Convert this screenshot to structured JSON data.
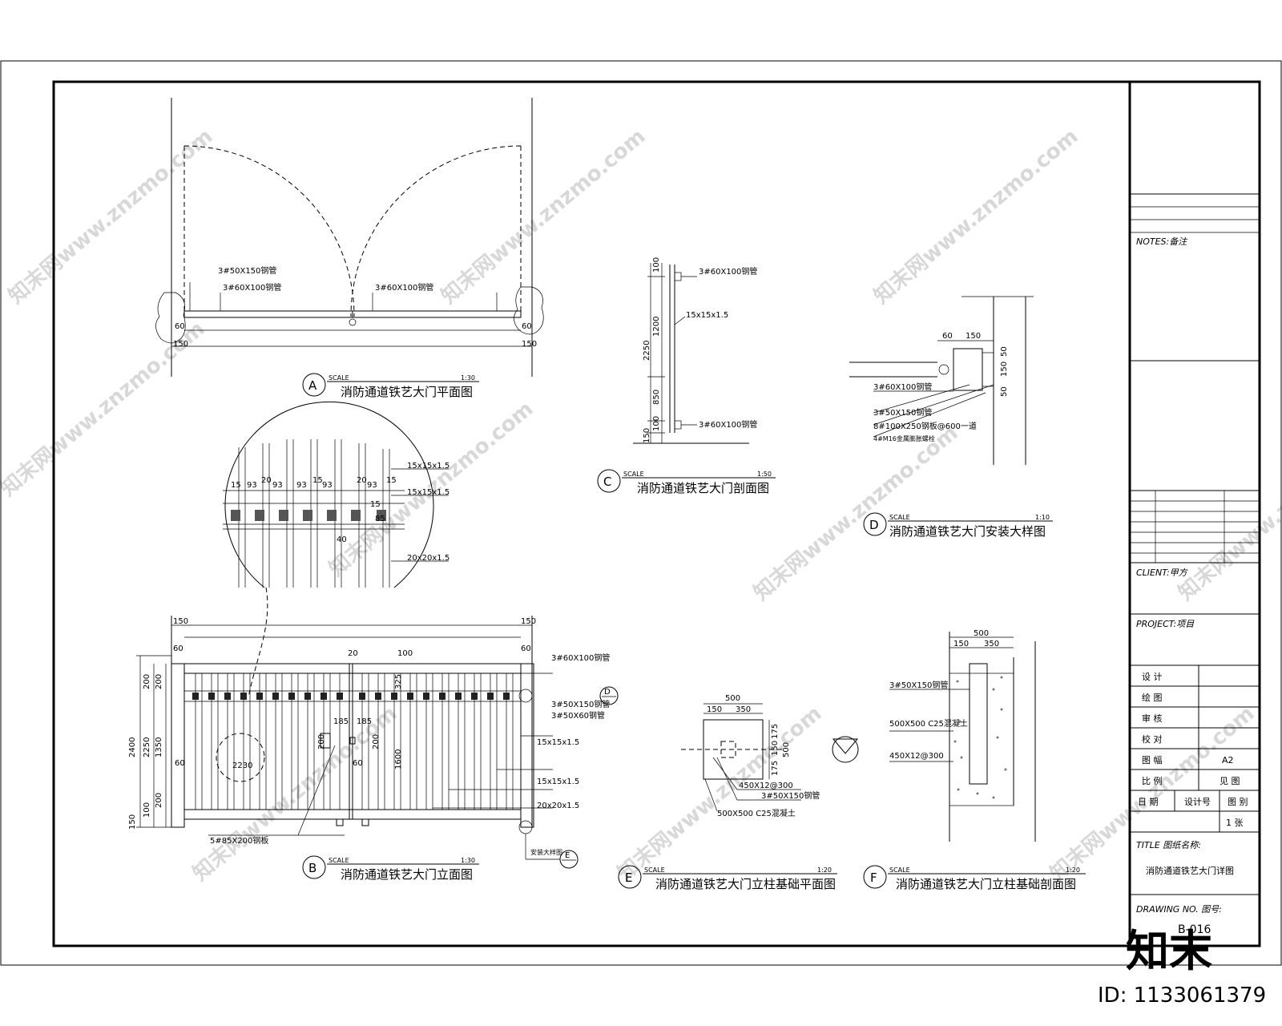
{
  "watermark": {
    "site": "知末网www.znzmo.com",
    "brand": "知末",
    "id_text": "ID: 1133061379"
  },
  "views": {
    "A": {
      "letter": "A",
      "scale_word": "SCALE",
      "scale": "1:30",
      "title": "消防通道铁艺大门平面图",
      "labels": [
        "3#50X150钢管",
        "3#60X100钢管",
        "3#60X100钢管"
      ],
      "dims": [
        "60",
        "150",
        "60",
        "150"
      ]
    },
    "B": {
      "letter": "B",
      "scale_word": "SCALE",
      "scale": "1:30",
      "title": "消防通道铁艺大门立面图",
      "labels": [
        "3#60X100钢管",
        "3#50X150钢管",
        "3#50X60钢管",
        "15x15x1.5",
        "15x15x1.5",
        "20x20x1.5",
        "5#85X200钢板",
        "安装大样图"
      ],
      "dims_left": [
        "2400",
        "2250",
        "1350",
        "200",
        "200",
        "200",
        "100",
        "150"
      ],
      "dims_top": [
        "150",
        "60",
        "20",
        "100",
        "150",
        "60"
      ],
      "dims_mid": [
        "185",
        "185",
        "200",
        "200",
        "325",
        "1600",
        "2230",
        "60",
        "60",
        "20"
      ]
    },
    "detail": {
      "dims": [
        "15",
        "93",
        "20",
        "93",
        "93",
        "15",
        "93",
        "20",
        "93",
        "15",
        "40",
        "85",
        "15"
      ],
      "labels": [
        "15x15x1.5",
        "15x15x1.5",
        "20x20x1.5"
      ]
    },
    "C": {
      "letter": "C",
      "scale_word": "SCALE",
      "scale": "1:50",
      "title": "消防通道铁艺大门剖面图",
      "labels": [
        "3#60X100钢管",
        "15x15x1.5",
        "3#60X100钢管"
      ],
      "dims": [
        "100",
        "1200",
        "2250",
        "850",
        "100",
        "150"
      ]
    },
    "D": {
      "letter": "D",
      "scale_word": "SCALE",
      "scale": "1:10",
      "title": "消防通道铁艺大门安装大样图",
      "labels": [
        "3#60X100钢管",
        "3#50X150钢管",
        "8#100X250钢板@600一道",
        "4#M16金属膨胀螺栓"
      ],
      "dims": [
        "60",
        "150",
        "50",
        "150",
        "50"
      ]
    },
    "E": {
      "letter": "E",
      "scale_word": "SCALE",
      "scale": "1:20",
      "title": "消防通道铁艺大门立柱基础平面图",
      "labels": [
        "450X12@300",
        "3#50X150钢管",
        "500X500 C25混凝土"
      ],
      "dims": [
        "500",
        "150",
        "350",
        "175",
        "150",
        "175",
        "500"
      ]
    },
    "F": {
      "letter": "F",
      "scale_word": "SCALE",
      "scale": "1:20",
      "title": "消防通道铁艺大门立柱基础剖面图",
      "labels": [
        "3#50X150钢管",
        "500X500 C25混凝土",
        "450X12@300"
      ],
      "dims": [
        "500",
        "150",
        "350"
      ]
    }
  },
  "title_block": {
    "notes": "NOTES:备注",
    "client": "CLIENT:甲方",
    "project": "PROJECT:项目",
    "rows": [
      {
        "k": "设 计",
        "v": ""
      },
      {
        "k": "绘 图",
        "v": ""
      },
      {
        "k": "审 核",
        "v": ""
      },
      {
        "k": "校 对",
        "v": ""
      },
      {
        "k": "图 幅",
        "v": "A2"
      },
      {
        "k": "比 例",
        "v": "见 图"
      }
    ],
    "row_date": {
      "a": "日 期",
      "b": "设计号",
      "c": "图 别"
    },
    "row_page": "1 张",
    "title_label": "TITLE 图纸名称:",
    "title_value": "消防通道铁艺大门详图",
    "drawing_label": "DRAWING NO. 图号:",
    "drawing_no": "B-016"
  }
}
